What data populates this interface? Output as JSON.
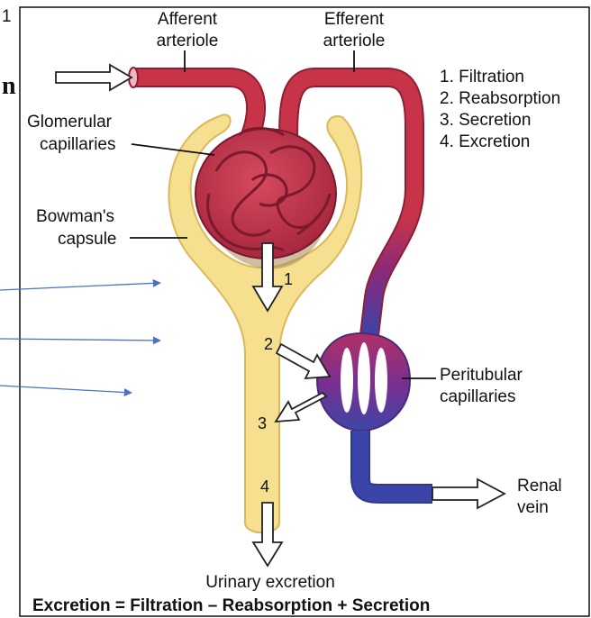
{
  "page_number": "1",
  "clipped_heading_fragment": "n",
  "labels": {
    "afferent_1": "Afferent",
    "afferent_2": "arteriole",
    "efferent_1": "Efferent",
    "efferent_2": "arteriole",
    "glomerular_1": "Glomerular",
    "glomerular_2": "capillaries",
    "bowman_1": "Bowman's",
    "bowman_2": "capsule",
    "peritubular_1": "Peritubular",
    "peritubular_2": "capillaries",
    "renal_1": "Renal",
    "renal_2": "vein",
    "urinary": "Urinary excretion"
  },
  "legend": [
    "1. Filtration",
    "2. Reabsorption",
    "3. Secretion",
    "4. Excretion"
  ],
  "step_numbers": [
    "1",
    "2",
    "3",
    "4"
  ],
  "equation": "Excretion = Filtration – Reabsorption + Secretion",
  "colors": {
    "vessel_red": "#c7344a",
    "vessel_dark": "#8e1f33",
    "capsule_yellow": "#f6df8f",
    "capsule_edge": "#d9b95c",
    "vein_blue": "#3b44a8",
    "pointer_blue": "#4a72c4"
  }
}
